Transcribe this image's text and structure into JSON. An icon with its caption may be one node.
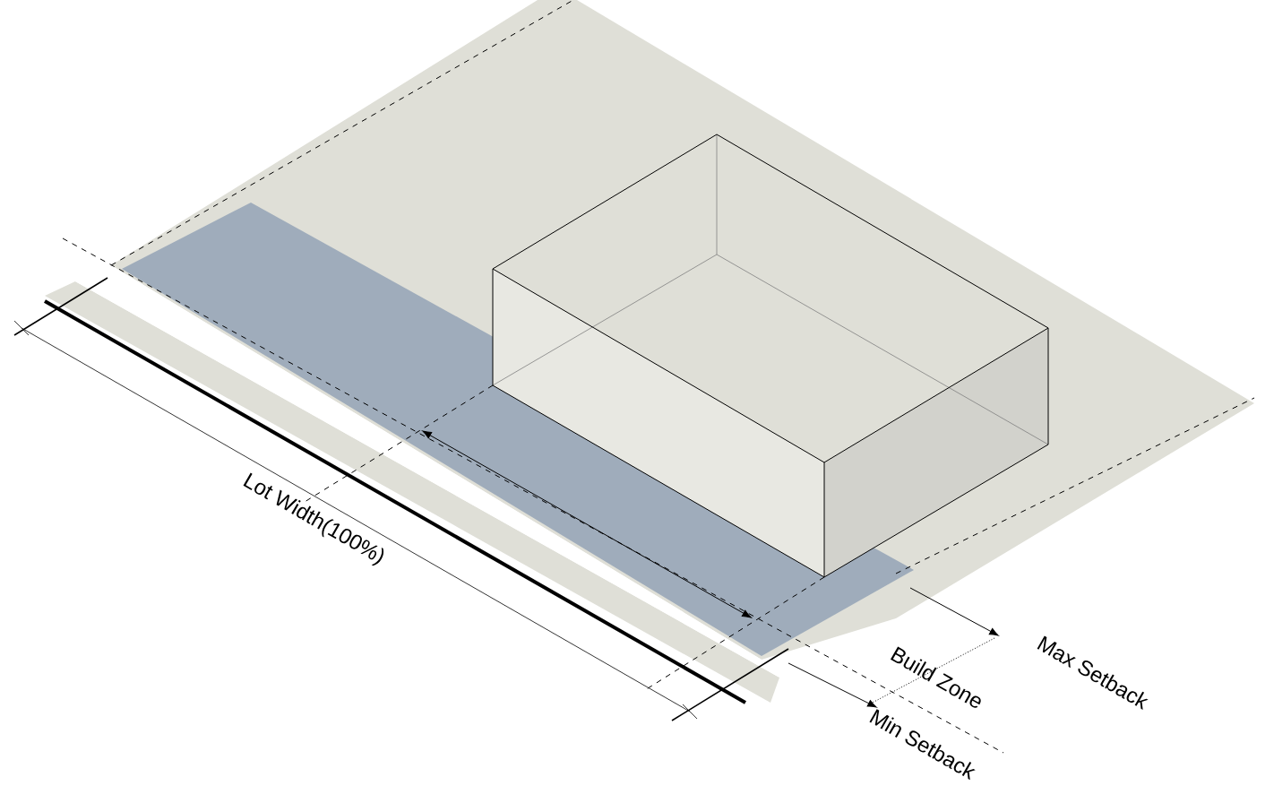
{
  "diagram": {
    "labels": [
      "Lot Width(100%)",
      "Build Zone",
      "Max Setback",
      "Min Setback"
    ]
  }
}
